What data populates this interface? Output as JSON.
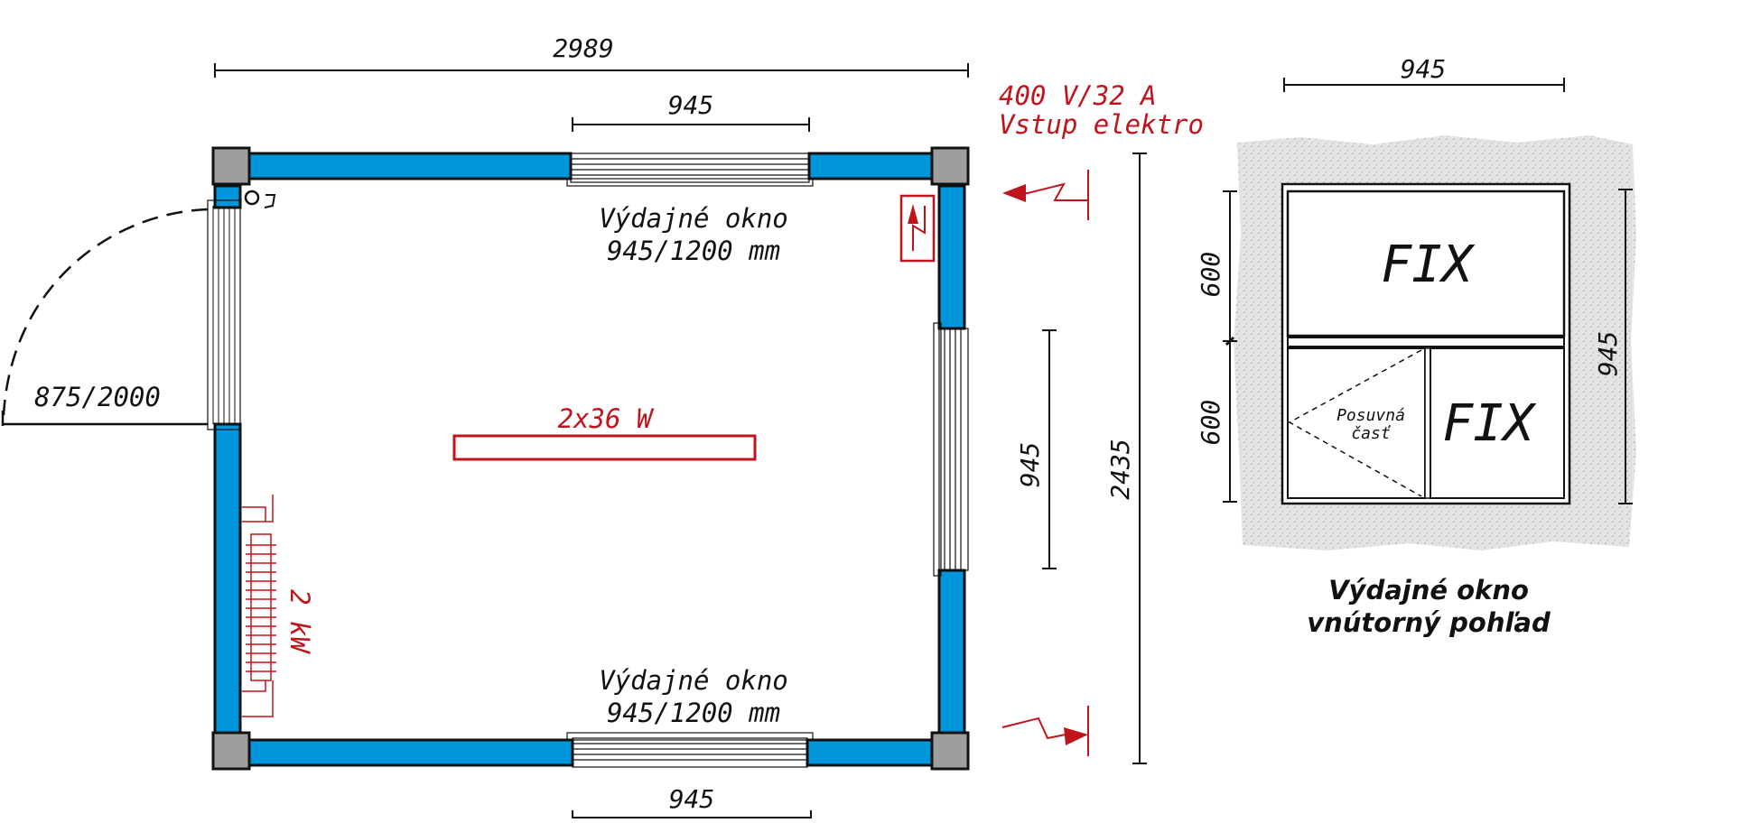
{
  "plan": {
    "overall_width": "2989",
    "top_window_width": "945",
    "bottom_window_width": "945",
    "right_window_height": "945",
    "overall_depth": "2435",
    "door_label": "875/2000",
    "top_window_label_1": "Výdajné okno",
    "top_window_label_2": "945/1200 mm",
    "bottom_window_label_1": "Výdajné okno",
    "bottom_window_label_2": "945/1200 mm",
    "light_label": "2x36 W",
    "heater_label": "2 kW",
    "power_label_1": "400 V/32 A",
    "power_label_2": "Vstup elektro"
  },
  "detail": {
    "top_width": "945",
    "upper_height": "600",
    "lower_height": "600",
    "total_height": "945",
    "fix_upper": "FIX",
    "fix_lower": "FIX",
    "sliding_1": "Posuvná",
    "sliding_2": "časť",
    "caption_1": "Výdajné okno",
    "caption_2": "vnútorný pohľad"
  },
  "colors": {
    "wall": "#0096dc",
    "post": "#9e9e9e",
    "electric": "#c0141c",
    "line": "#111111"
  }
}
